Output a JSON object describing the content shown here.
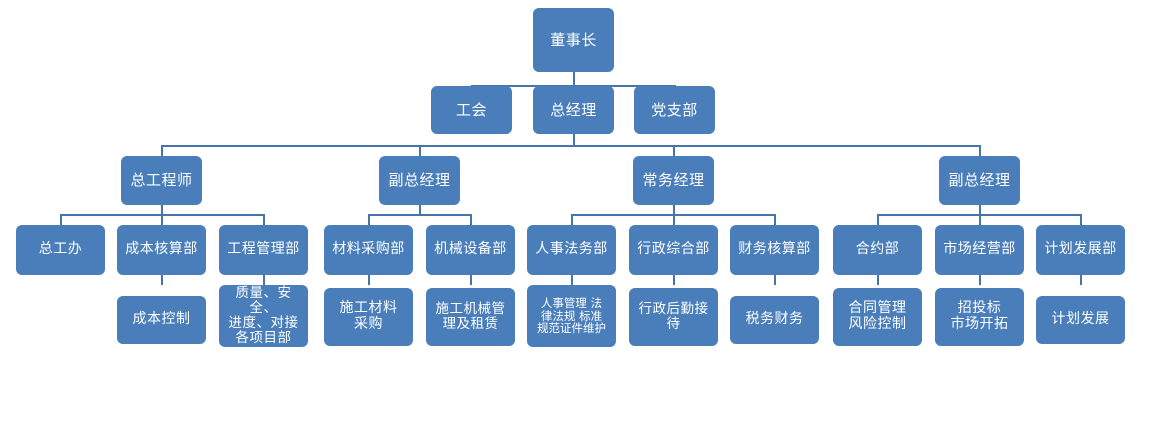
{
  "chart_data": {
    "type": "diagram",
    "subtype": "organization-chart",
    "title": "",
    "palette": {
      "node_fill": "#4A7EBB",
      "node_text": "#FFFFFF",
      "connector": "#4775A8",
      "background": "#FFFFFF"
    },
    "levels": [
      {
        "level": 1,
        "labels": [
          "董事长"
        ]
      },
      {
        "level": 2,
        "labels": [
          "工会",
          "总经理",
          "党支部"
        ]
      },
      {
        "level": 3,
        "labels": [
          "总工程师",
          "副总经理",
          "常务经理",
          "副总经理"
        ]
      },
      {
        "level": 4,
        "labels": [
          "总工办",
          "成本核算部",
          "工程管理部",
          "材料采购部",
          "机械设备部",
          "人事法务部",
          "行政综合部",
          "财务核算部",
          "合约部",
          "市场经营部",
          "计划发展部"
        ]
      },
      {
        "level": 5,
        "labels": [
          "成本控制",
          "质量、安全、进度、对接各项目部",
          "施工材料采购",
          "施工机械管理及租赁",
          "人事管理 法律法规 标准规范证件维护",
          "行政后勤接待",
          "税务财务",
          "合同管理风险控制",
          "招投标市场开拓",
          "计划发展"
        ]
      }
    ],
    "nodes": [
      {
        "id": "n1",
        "label": "董事长",
        "level": 1
      },
      {
        "id": "n2",
        "label": "工会",
        "level": 2,
        "parent": "n1"
      },
      {
        "id": "n3",
        "label": "总经理",
        "level": 2,
        "parent": "n1"
      },
      {
        "id": "n4",
        "label": "党支部",
        "level": 2,
        "parent": "n1"
      },
      {
        "id": "n5",
        "label": "总工程师",
        "level": 3,
        "parent": "n3"
      },
      {
        "id": "n6",
        "label": "副总经理",
        "level": 3,
        "parent": "n3"
      },
      {
        "id": "n7",
        "label": "常务经理",
        "level": 3,
        "parent": "n3"
      },
      {
        "id": "n8",
        "label": "副总经理",
        "level": 3,
        "parent": "n3"
      },
      {
        "id": "n9",
        "label": "总工办",
        "level": 4,
        "parent": "n5"
      },
      {
        "id": "n10",
        "label": "成本核算部",
        "level": 4,
        "parent": "n5"
      },
      {
        "id": "n11",
        "label": "工程管理部",
        "level": 4,
        "parent": "n5"
      },
      {
        "id": "n12",
        "label": "材料采购部",
        "level": 4,
        "parent": "n6"
      },
      {
        "id": "n13",
        "label": "机械设备部",
        "level": 4,
        "parent": "n6"
      },
      {
        "id": "n14",
        "label": "人事法务部",
        "level": 4,
        "parent": "n7"
      },
      {
        "id": "n15",
        "label": "行政综合部",
        "level": 4,
        "parent": "n7"
      },
      {
        "id": "n16",
        "label": "财务核算部",
        "level": 4,
        "parent": "n7"
      },
      {
        "id": "n17",
        "label": "合约部",
        "level": 4,
        "parent": "n8"
      },
      {
        "id": "n18",
        "label": "市场经营部",
        "level": 4,
        "parent": "n8"
      },
      {
        "id": "n19",
        "label": "计划发展部",
        "level": 4,
        "parent": "n8"
      },
      {
        "id": "n20",
        "label": "成本控制",
        "level": 5,
        "parent": "n10"
      },
      {
        "id": "n21",
        "label": "质量、安全、\n进度、对接\n各项目部",
        "level": 5,
        "parent": "n11"
      },
      {
        "id": "n22",
        "label": "施工材料\n采购",
        "level": 5,
        "parent": "n12"
      },
      {
        "id": "n23",
        "label": "施工机械管\n理及租赁",
        "level": 5,
        "parent": "n13"
      },
      {
        "id": "n24",
        "label": "人事管理 法\n律法规 标准\n规范证件维护",
        "level": 5,
        "parent": "n14"
      },
      {
        "id": "n25",
        "label": "行政后勤接\n待",
        "level": 5,
        "parent": "n15"
      },
      {
        "id": "n26",
        "label": "税务财务",
        "level": 5,
        "parent": "n16"
      },
      {
        "id": "n27",
        "label": "合同管理\n风险控制",
        "level": 5,
        "parent": "n17"
      },
      {
        "id": "n28",
        "label": "招投标\n市场开拓",
        "level": 5,
        "parent": "n18"
      },
      {
        "id": "n29",
        "label": "计划发展",
        "level": 5,
        "parent": "n19"
      }
    ]
  }
}
